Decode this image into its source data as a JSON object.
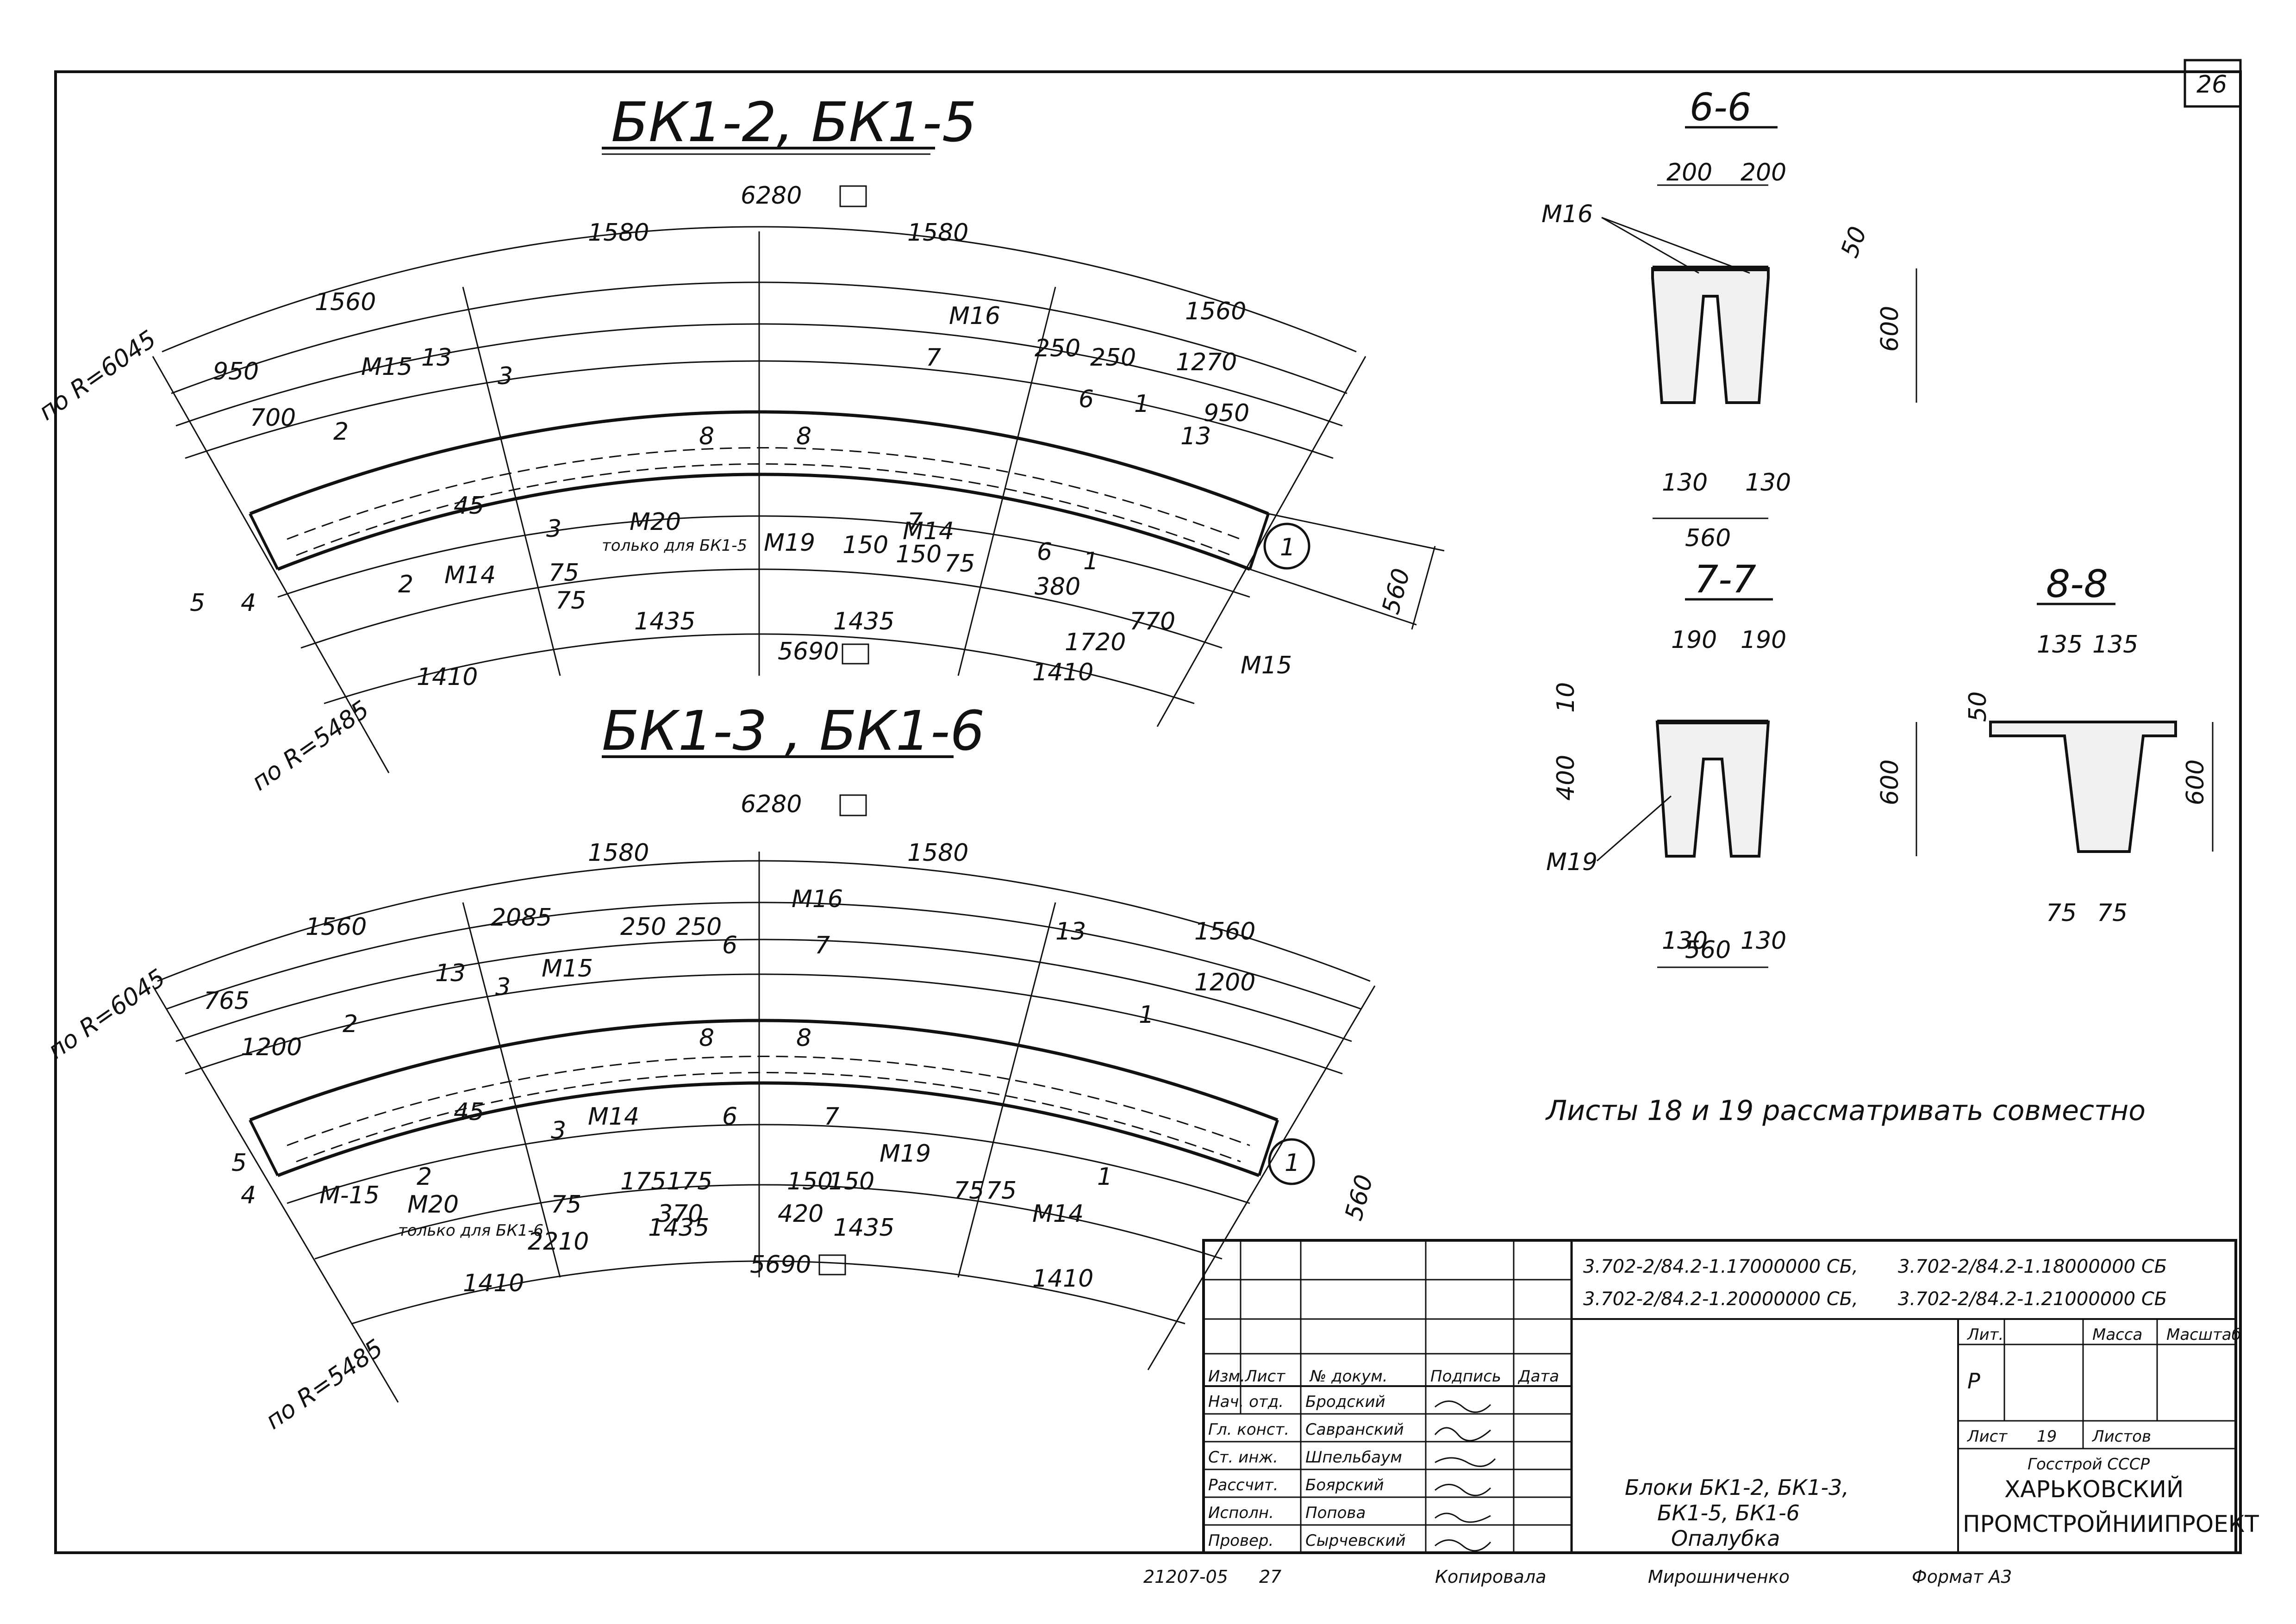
{
  "sheet": {
    "number": "26",
    "sheet_no": "19",
    "format": "Формат А3"
  },
  "plan_top": {
    "title": "БК1-2, БК1-5",
    "overall_top": "6280",
    "overall_bottom": "5690",
    "seg_top": [
      "1560",
      "1580",
      "1580",
      "1560"
    ],
    "seg_bottom": [
      "1410",
      "1435",
      "1435",
      "1410"
    ],
    "radius_outer": "по R=6045",
    "radius_inner": "по R=5485",
    "dims": [
      "950",
      "700",
      "250",
      "250",
      "1270",
      "950",
      "45",
      "75",
      "75",
      "150",
      "150",
      "75",
      "380",
      "770",
      "1720"
    ],
    "refs": [
      "М15",
      "13",
      "3",
      "2",
      "М14",
      "М20",
      "М19",
      "М16",
      "7",
      "6",
      "1",
      "13",
      "М15",
      "М14",
      "5",
      "4",
      "3",
      "2",
      "8",
      "8",
      "6",
      "1",
      "7"
    ],
    "annotation": "только для БК1-5",
    "width": "560",
    "callout": "1"
  },
  "plan_bottom": {
    "title": "БК1-3 , БК1-6",
    "overall_top": "6280",
    "overall_bottom": "5690",
    "seg_top": [
      "1560",
      "1580",
      "1580",
      "1560"
    ],
    "seg_bottom": [
      "1410",
      "1435",
      "1435",
      "1410"
    ],
    "radius_outer": "по R=6045",
    "radius_inner": "по R=5485",
    "dims": [
      "765",
      "1200",
      "2085",
      "250",
      "250",
      "1200",
      "45",
      "75",
      "175",
      "175",
      "370",
      "150",
      "150",
      "420",
      "2210",
      "75",
      "75"
    ],
    "refs": [
      "М15",
      "13",
      "3",
      "2",
      "М16",
      "6",
      "7",
      "13",
      "1",
      "М14",
      "М19",
      "М20",
      "М-15",
      "М14",
      "5",
      "4",
      "3",
      "2",
      "8",
      "8",
      "6",
      "7",
      "1"
    ],
    "annotation": "только для БК1-6",
    "width": "560",
    "callout": "1"
  },
  "sections": {
    "s66": {
      "title": "6-6",
      "top": [
        "200",
        "200"
      ],
      "bottom": [
        "130",
        "130"
      ],
      "total": "560",
      "height": "600",
      "flange": "50",
      "ref": "М16"
    },
    "s77": {
      "title": "7-7",
      "top": [
        "190",
        "190"
      ],
      "bottom": [
        "130",
        "130"
      ],
      "total": "560",
      "height": "600",
      "flange": "10",
      "inner": "400",
      "ref": "М19"
    },
    "s88": {
      "title": "8-8",
      "top": [
        "135",
        "135"
      ],
      "bottom": [
        "75",
        "75"
      ],
      "height": "600",
      "flange": "50"
    }
  },
  "note": "Листы 18 и 19 рассматривать совместно",
  "title_block": {
    "codes": [
      "3.702-2/84.2-1.17000000 СБ,",
      "3.702-2/84.2-1.18000000 СБ",
      "3.702-2/84.2-1.20000000 СБ,",
      "3.702-2/84.2-1.21000000 СБ"
    ],
    "col_headers": [
      "Изм.",
      "Лист",
      "№ докум.",
      "Подпись",
      "Дата"
    ],
    "roles": [
      "Нач. отд.",
      "Гл. конст.",
      "Ст. инж.",
      "Рассчит.",
      "Исполн.",
      "Провер."
    ],
    "names": [
      "Бродский",
      "Савранский",
      "Шпельбаум",
      "Боярский",
      "Попова",
      "Сырчевский"
    ],
    "stage_headers": [
      "Лит.",
      "Масса",
      "Масштаб"
    ],
    "stage_value": "Р",
    "sheet_label": "Лист",
    "sheets_label": "Листов",
    "drawing_title": [
      "Блоки БК1-2, БК1-3,",
      "БК1-5, БК1-6",
      "Опалубка"
    ],
    "org": [
      "Госстрой СССР",
      "ХАРЬКОВСКИЙ",
      "ПРОМСТРОЙНИИПРОЕКТ"
    ]
  },
  "footer": {
    "doc_no": "21207-05",
    "page": "27",
    "copied_label": "Копировала",
    "copier": "Мирошниченко"
  }
}
